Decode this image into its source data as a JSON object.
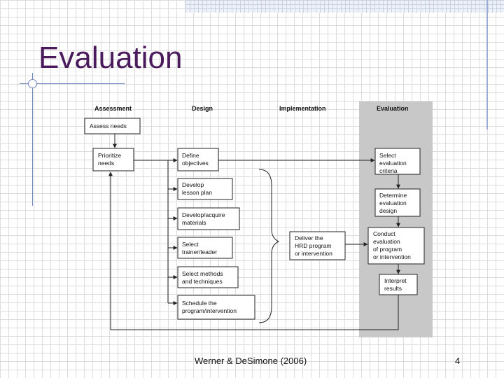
{
  "slide": {
    "title": "Evaluation",
    "footer": "Werner & DeSimone (2006)",
    "page_number": "4"
  },
  "diagram": {
    "columns": {
      "assessment": "Assessment",
      "design": "Design",
      "implementation": "Implementation",
      "evaluation": "Evaluation"
    },
    "boxes": {
      "assess_needs": [
        "Assess needs"
      ],
      "prioritize_needs": [
        "Prioritize",
        "needs"
      ],
      "define_objectives": [
        "Define",
        "objectives"
      ],
      "develop_lesson_plan": [
        "Develop",
        "lesson plan"
      ],
      "develop_materials": [
        "Develop/acquire",
        "materials"
      ],
      "select_trainer": [
        "Select",
        "trainer/leader"
      ],
      "select_methods": [
        "Select methods",
        "and techniques"
      ],
      "schedule_program": [
        "Schedule the",
        "program/intervention"
      ],
      "deliver_program": [
        "Deliver the",
        "HRD program",
        "or intervention"
      ],
      "select_criteria": [
        "Select",
        "evaluation",
        "criteria"
      ],
      "determine_design": [
        "Determine",
        "evaluation",
        "design"
      ],
      "conduct_evaluation": [
        "Conduct",
        "evaluation",
        "of program",
        "or intervention"
      ],
      "interpret_results": [
        "Interpret",
        "results"
      ]
    },
    "colors": {
      "evaluation_panel": "#c8c8c8",
      "line": "#222222",
      "title": "#4a1a5c",
      "accent_rule": "#6f86c1"
    }
  }
}
